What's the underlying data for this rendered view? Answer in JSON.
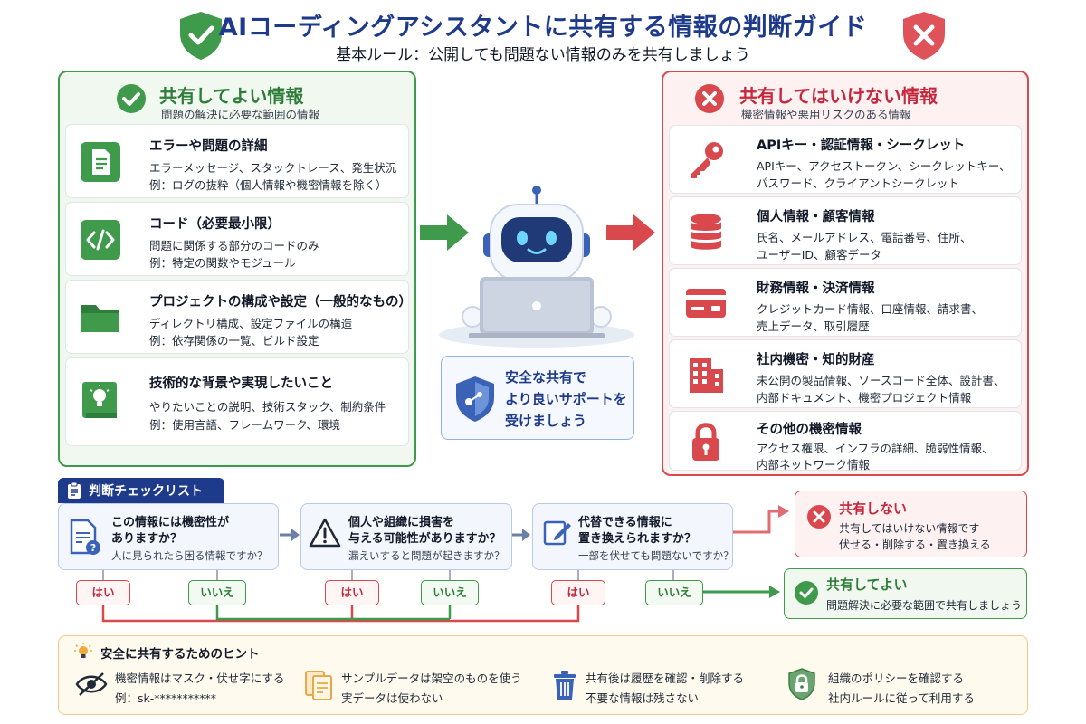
{
  "header": {
    "title": "AIコーディングアシスタントに共有する情報の判断ガイド",
    "subtitle": "基本ルール：公開しても問題ない情報のみを共有しましょう"
  },
  "colors": {
    "ok": "#3f9a4b",
    "ng": "#d9484d",
    "navy": "#1e3a8a",
    "amber": "#f2c98a"
  },
  "ok_panel": {
    "title": "共有してよい情報",
    "subtitle": "問題の解決に必要な範囲の情報",
    "items": [
      {
        "icon": "document-icon",
        "title": "エラーや問題の詳細",
        "lines": [
          "エラーメッセージ、スタックトレース、発生状況",
          "例：ログの抜粋（個人情報や機密情報を除く）"
        ]
      },
      {
        "icon": "code-icon",
        "title": "コード（必要最小限）",
        "lines": [
          "問題に関係する部分のコードのみ",
          "例：特定の関数やモジュール"
        ]
      },
      {
        "icon": "folder-icon",
        "title": "プロジェクトの構成や設定（一般的なもの）",
        "lines": [
          "ディレクトリ構成、設定ファイルの構造",
          "例：依存関係の一覧、ビルド設定"
        ]
      },
      {
        "icon": "lightbulb-book-icon",
        "title": "技術的な背景や実現したいこと",
        "lines": [
          "やりたいことの説明、技術スタック、制約条件",
          "例：使用言語、フレームワーク、環境"
        ]
      }
    ]
  },
  "ng_panel": {
    "title": "共有してはいけない情報",
    "subtitle": "機密情報や悪用リスクのある情報",
    "items": [
      {
        "icon": "key-icon",
        "title": "APIキー・認証情報・シークレット",
        "lines": [
          "APIキー、アクセストークン、シークレットキー、",
          "パスワード、クライアントシークレット"
        ]
      },
      {
        "icon": "database-icon",
        "title": "個人情報・顧客情報",
        "lines": [
          "氏名、メールアドレス、電話番号、住所、",
          "ユーザーID、顧客データ"
        ]
      },
      {
        "icon": "credit-card-icon",
        "title": "財務情報・決済情報",
        "lines": [
          "クレジットカード情報、口座情報、請求書、",
          "売上データ、取引履歴"
        ]
      },
      {
        "icon": "building-icon",
        "title": "社内機密・知的財産",
        "lines": [
          "未公開の製品情報、ソースコード全体、設計書、",
          "内部ドキュメント、機密プロジェクト情報"
        ]
      },
      {
        "icon": "lock-icon",
        "title": "その他の機密情報",
        "lines": [
          "アクセス権限、インフラの詳細、脆弱性情報、",
          "内部ネットワーク情報"
        ]
      }
    ]
  },
  "center": {
    "lines": [
      "安全な共有で",
      "より良いサポートを",
      "受けましょう"
    ]
  },
  "checklist": {
    "label": "判断チェックリスト",
    "questions": [
      {
        "icon": "document-question-icon",
        "lines": [
          "この情報には機密性が",
          "ありますか？"
        ],
        "note": "人に見られたら困る情報ですか？"
      },
      {
        "icon": "warning-icon",
        "lines": [
          "個人や組織に損害を",
          "与える可能性がありますか？"
        ],
        "note": "漏えいすると問題が起きますか？"
      },
      {
        "icon": "edit-icon",
        "lines": [
          "代替できる情報に",
          "置き換えられますか？"
        ],
        "note": "一部を伏せても問題ないですか？"
      }
    ],
    "yes": "はい",
    "no": "いいえ",
    "result_ng": {
      "title": "共有しない",
      "lines": [
        "共有してはいけない情報です",
        "伏せる・削除する・置き換える"
      ]
    },
    "result_ok": {
      "title": "共有してよい",
      "line": "問題解決に必要な範囲で共有しましょう"
    }
  },
  "hints": {
    "title": "安全に共有するためのヒント",
    "items": [
      {
        "icon": "eye-off-icon",
        "lines": [
          "機密情報はマスク・伏せ字にする",
          "例：sk-***********"
        ]
      },
      {
        "icon": "sample-docs-icon",
        "lines": [
          "サンプルデータは架空のものを使う",
          "実データは使わない"
        ]
      },
      {
        "icon": "trash-icon",
        "lines": [
          "共有後は履歴を確認・削除する",
          "不要な情報は残さない"
        ]
      },
      {
        "icon": "shield-lock-icon",
        "lines": [
          "組織のポリシーを確認する",
          "社内ルールに従って利用する"
        ]
      }
    ]
  }
}
